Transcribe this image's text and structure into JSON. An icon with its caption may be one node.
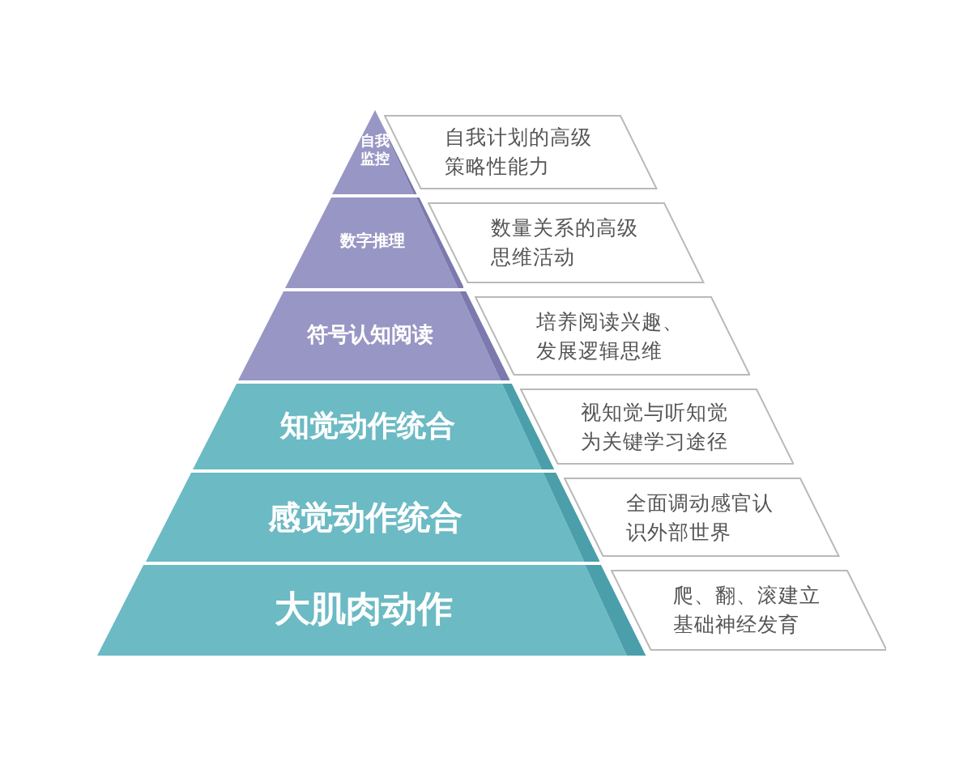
{
  "diagram": {
    "nodes": [
      {
        "text": [
          "自我监控"
        ]
      },
      {
        "text": [
          "自我计划的高级策略性能力"
        ]
      },
      {
        "text": [
          "数字推理"
        ]
      },
      {
        "text": [
          "数量关系的高级思维活动"
        ]
      },
      {
        "text": [
          "符号认知阅读"
        ]
      },
      {
        "text": [
          "培养阅读兴趣、发展逻辑思维"
        ]
      },
      {
        "text": [
          "知觉动作统合"
        ]
      },
      {
        "text": [
          "视知觉与听知觉为关键学习途径"
        ]
      },
      {
        "text": [
          "感觉动作统合"
        ]
      },
      {
        "text": [
          "全面调动感官认识外部世界"
        ]
      },
      {
        "text": [
          "大肌肉动作"
        ]
      },
      {
        "text": [
          "爬、翻、滚建立基础神经发育"
        ]
      }
    ]
  }
}
